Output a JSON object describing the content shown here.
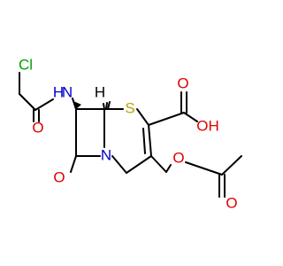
{
  "molecule": {
    "atoms": {
      "chlorine": "Cl",
      "amide_nitrogen": "N",
      "amide_hydrogen": "H",
      "amide_oxygen": "O",
      "beta_lactam_oxygen": "O",
      "ring_nitrogen": "N",
      "stereocenter_hydrogen": "H",
      "sulfur": "S",
      "carboxyl_oxygen": "O",
      "carboxyl_hydroxyl": "OH",
      "ester_oxygen": "O",
      "acetyl_oxygen": "O"
    }
  },
  "colors": {
    "bond": "#000000",
    "chlorine": "#00a000",
    "nitrogen": "#0000c8",
    "oxygen": "#e00000",
    "sulfur": "#b5a600",
    "hydrogen": "#000000"
  }
}
